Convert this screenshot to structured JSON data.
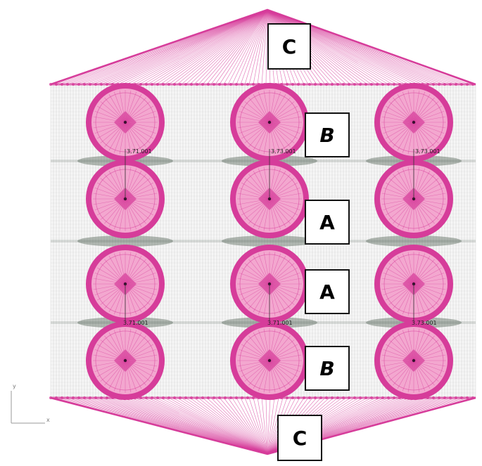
{
  "labels": {
    "top": "C",
    "bottom": "C",
    "b_upper": "B",
    "a_upper": "A",
    "a_lower": "A",
    "b_lower": "B"
  },
  "measurements": {
    "upper": [
      "3.71.001",
      "3.73.001",
      "3.73.001"
    ],
    "lower": [
      "3.71.001",
      "3.71.001",
      "3.73.001"
    ]
  },
  "axes": {
    "y": "y",
    "x": "x"
  },
  "colors": {
    "magenta": "#d63c9a",
    "pink_fill": "#f3a7cf",
    "mesh": "#9a9a9a",
    "band": "#5b6b5e"
  }
}
